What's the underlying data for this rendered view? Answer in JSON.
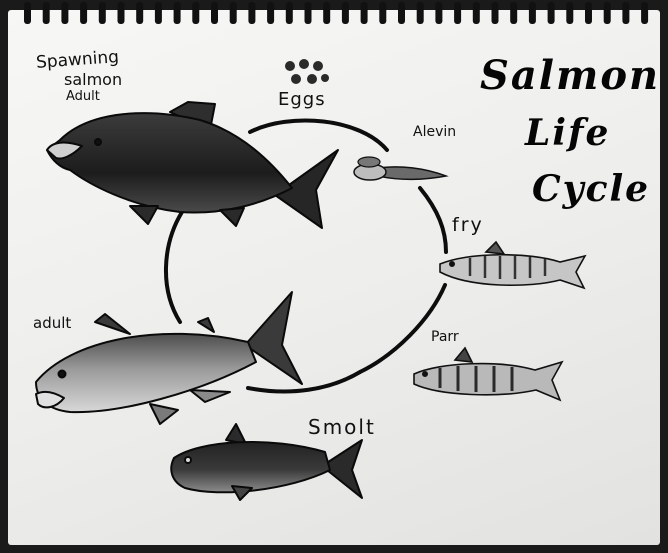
{
  "title": [
    "Salmon",
    "Life",
    "Cycle"
  ],
  "stages": {
    "spawning_adult": [
      "Spawning",
      "salmon",
      "Adult"
    ],
    "eggs": "Eggs",
    "alevin": "Alevin",
    "fry": "fry",
    "parr": "Parr",
    "smolt": "Smolt",
    "adult": "adult"
  },
  "colors": {
    "ink": "#111111",
    "paper": "#f2f2f0",
    "backdrop": "#1a1a1a"
  }
}
